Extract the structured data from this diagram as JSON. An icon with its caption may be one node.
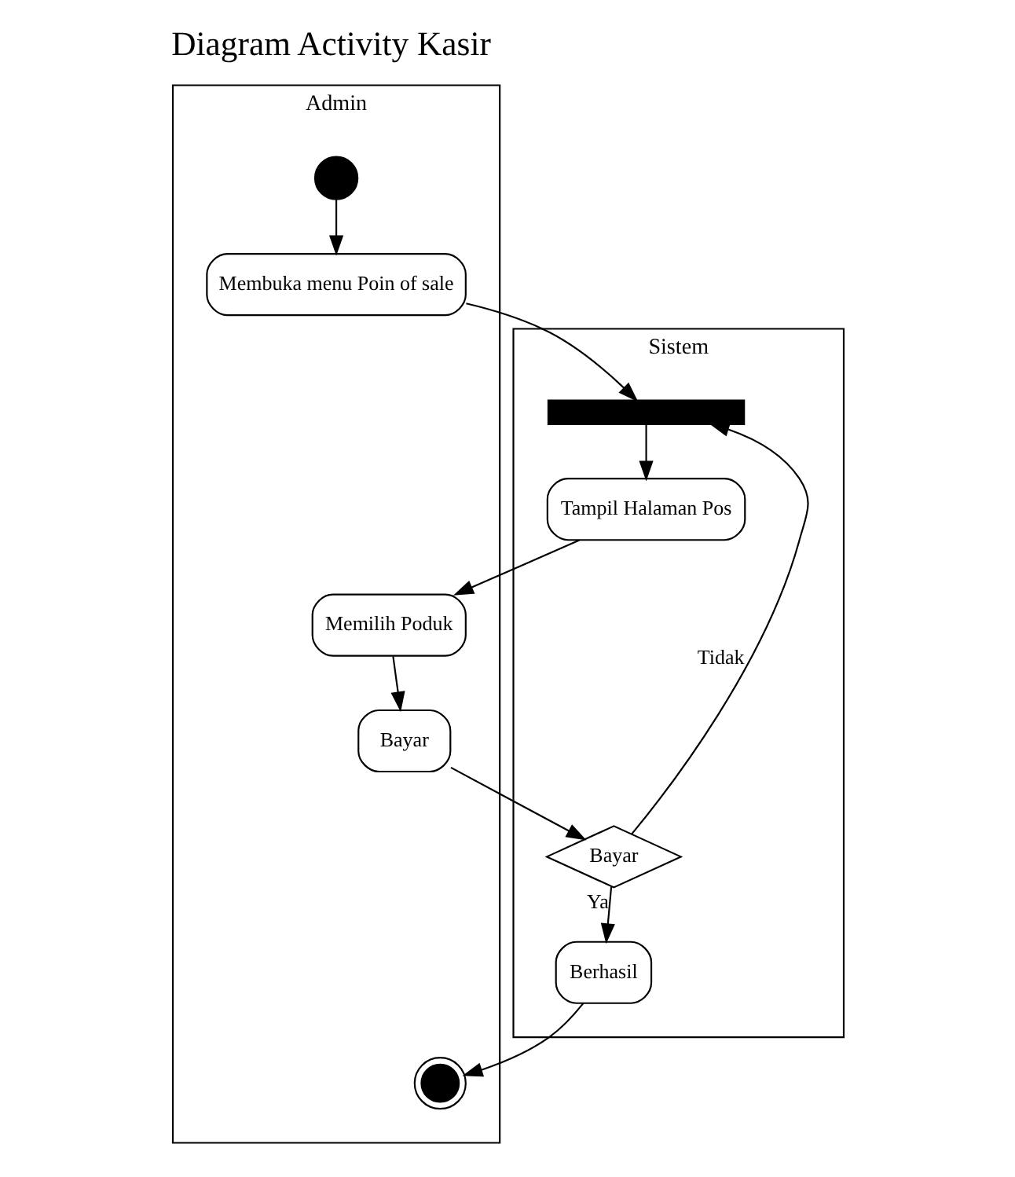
{
  "diagram": {
    "title": "Diagram Activity Kasir",
    "nodes": [
      {
        "text": [
          "Admin"
        ]
      },
      {
        "text": [
          "Sistem"
        ]
      },
      {
        "text": [],
        "shape": "circle",
        "in": 0
      },
      {
        "text": [
          "Membuka menu Poin of sale"
        ],
        "in": 0
      },
      {
        "text": [],
        "shape": "bar",
        "in": 1
      },
      {
        "text": [
          "Tampil Halaman Pos"
        ],
        "in": 1
      },
      {
        "text": [
          "Memilih Poduk"
        ],
        "in": 0
      },
      {
        "text": [
          "Bayar"
        ],
        "in": 0
      },
      {
        "text": [
          "Bayar"
        ],
        "in": 1
      },
      {
        "text": [
          "Berhasil"
        ],
        "in": 1
      },
      {
        "text": [],
        "shape": "circle",
        "in": 0
      }
    ],
    "edges": [
      {
        "from": 2,
        "to": 3,
        "arrow": "to"
      },
      {
        "from": 3,
        "to": 4,
        "arrow": "to"
      },
      {
        "from": 4,
        "to": 5,
        "arrow": "to"
      },
      {
        "from": 5,
        "to": 6,
        "arrow": "to"
      },
      {
        "from": 6,
        "to": 7,
        "arrow": "to"
      },
      {
        "from": 7,
        "to": 8,
        "arrow": "to"
      },
      {
        "from": 8,
        "to": 4,
        "arrow": "to",
        "label": "Tidak"
      },
      {
        "from": 8,
        "to": 9,
        "arrow": "to",
        "label": "Ya"
      },
      {
        "from": 9,
        "to": 10,
        "arrow": "to"
      }
    ]
  }
}
